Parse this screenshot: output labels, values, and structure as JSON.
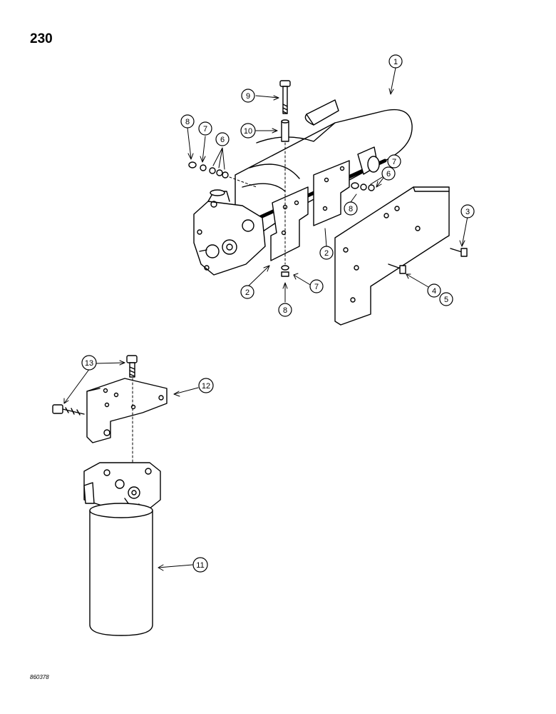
{
  "page": {
    "number": "230",
    "drawing_code": "860378"
  },
  "callouts": [
    "1",
    "2",
    "2",
    "3",
    "4",
    "5",
    "6",
    "6",
    "7",
    "7",
    "7",
    "8",
    "8",
    "8",
    "9",
    "10",
    "11",
    "12",
    "13"
  ]
}
